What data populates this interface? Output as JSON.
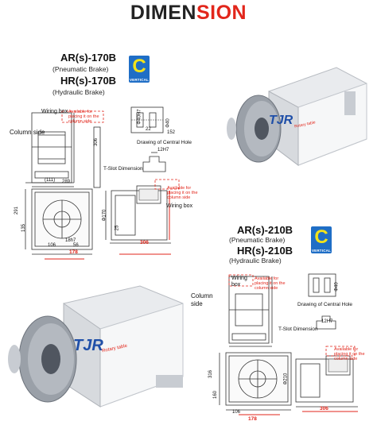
{
  "title": {
    "part1": "DIMEN",
    "part2": "SION"
  },
  "colors": {
    "accent": "#e2261b",
    "badge": "#1f6ec6",
    "badge_letter": "#f3e21a"
  },
  "brand": {
    "logo": "TJR",
    "tagline": "Rotary table"
  },
  "upper": {
    "model1": "AR(s)-170B",
    "sub1": "(Pneumatic Brake)",
    "model2": "HR(s)-170B",
    "sub2": "(Hydraulic Brake)",
    "badge_letter": "C",
    "badge_text": "VERTICAL",
    "wiring_box": "Wiring box",
    "wiring_box2": "Wiring box",
    "available_note1": "Available for placing it on the column side",
    "available_note2": "Available for placing it on the column side",
    "column_side": "Column side",
    "central_hole": "Drawing of Central Hole",
    "tslot": "T-Slot Dimension",
    "dims": {
      "d22": "22",
      "d152": "152",
      "d12": "12H7",
      "d111": "(111)",
      "d289": "289",
      "d306v": "306",
      "d291": "291",
      "d135": "135",
      "d18": "18h7",
      "d106": "106",
      "d56": "56",
      "d178": "178",
      "d306h": "306",
      "dphi40h7": "Φ40H7",
      "dphi40": "Φ40",
      "dphi170": "Φ170",
      "d25": "25"
    }
  },
  "lower": {
    "model1": "AR(s)-210B",
    "sub1": "(Pneumatic Brake)",
    "model2": "HR(s)-210B",
    "sub2": "(Hydraulic Brake)",
    "badge_letter": "C",
    "badge_text": "VERTICAL",
    "wiring_box": "Wiring box",
    "available_note1": "Available for placing it on the column side",
    "available_note2": "Available for placing it on the column side",
    "column_side": "Column side",
    "central_hole": "Drawing of Central Hole",
    "tslot": "T-Slot Dimension",
    "dims": {
      "d12": "12H7",
      "d316": "316",
      "d160": "160",
      "d106": "106",
      "d178": "178",
      "d306": "306",
      "dphi210": "Φ210",
      "dphi40": "Φ40"
    }
  }
}
